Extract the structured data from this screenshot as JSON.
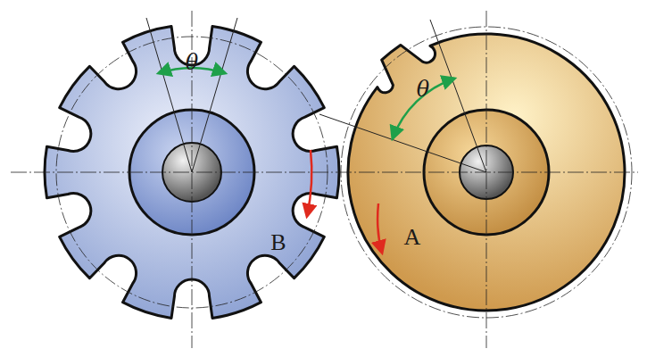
{
  "diagram": {
    "labels": [
      "θ",
      "θ",
      "B",
      "A"
    ]
  }
}
